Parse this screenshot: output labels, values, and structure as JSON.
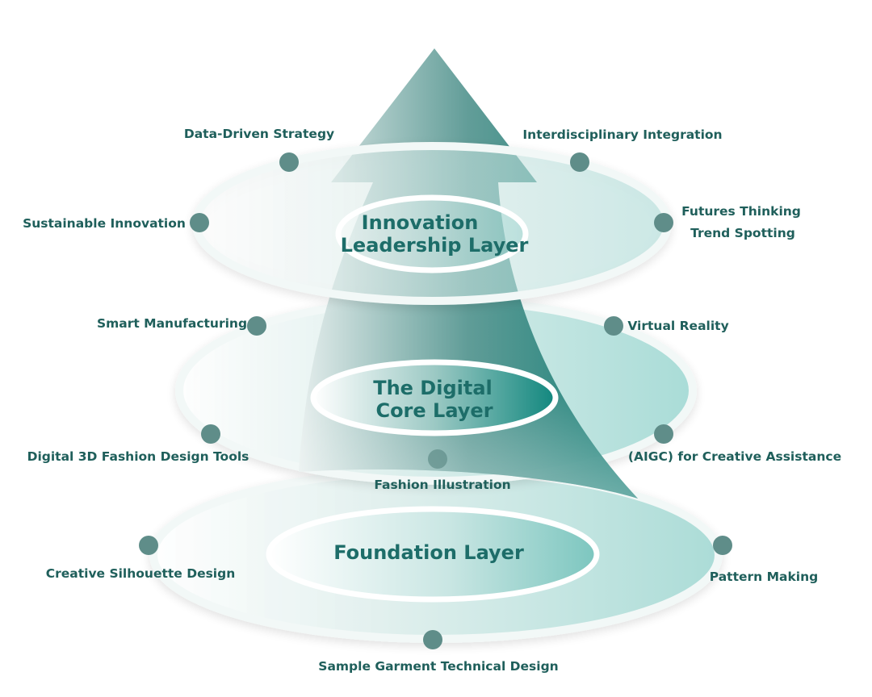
{
  "diagram": {
    "layers": {
      "innovation": {
        "title_line1": "Innovation",
        "title_line2": "Leadership Layer"
      },
      "digital": {
        "title_line1": "The Digital",
        "title_line2": "Core Layer"
      },
      "foundation": {
        "title": "Foundation Layer"
      }
    },
    "nodes": {
      "data_driven_strategy": "Data-Driven Strategy",
      "interdisciplinary_integration": "Interdisciplinary Integration",
      "sustainable_innovation": "Sustainable Innovation",
      "futures_thinking": "Futures Thinking",
      "trend_spotting": "Trend Spotting",
      "smart_manufacturing": "Smart Manufacturing",
      "virtual_reality": "Virtual Reality",
      "digital_3d_tools": "Digital 3D Fashion Design Tools",
      "aigc_assistance": "(AIGC) for Creative Assistance",
      "fashion_illustration": "Fashion Illustration",
      "creative_silhouette": "Creative Silhouette Design",
      "pattern_making": "Pattern Making",
      "sample_garment": "Sample Garment Technical Design"
    },
    "colors": {
      "teal_dark": "#1a7f78",
      "teal_light": "#b7e1de",
      "dot": "#5f8d89",
      "text": "#1f5f5b"
    }
  }
}
